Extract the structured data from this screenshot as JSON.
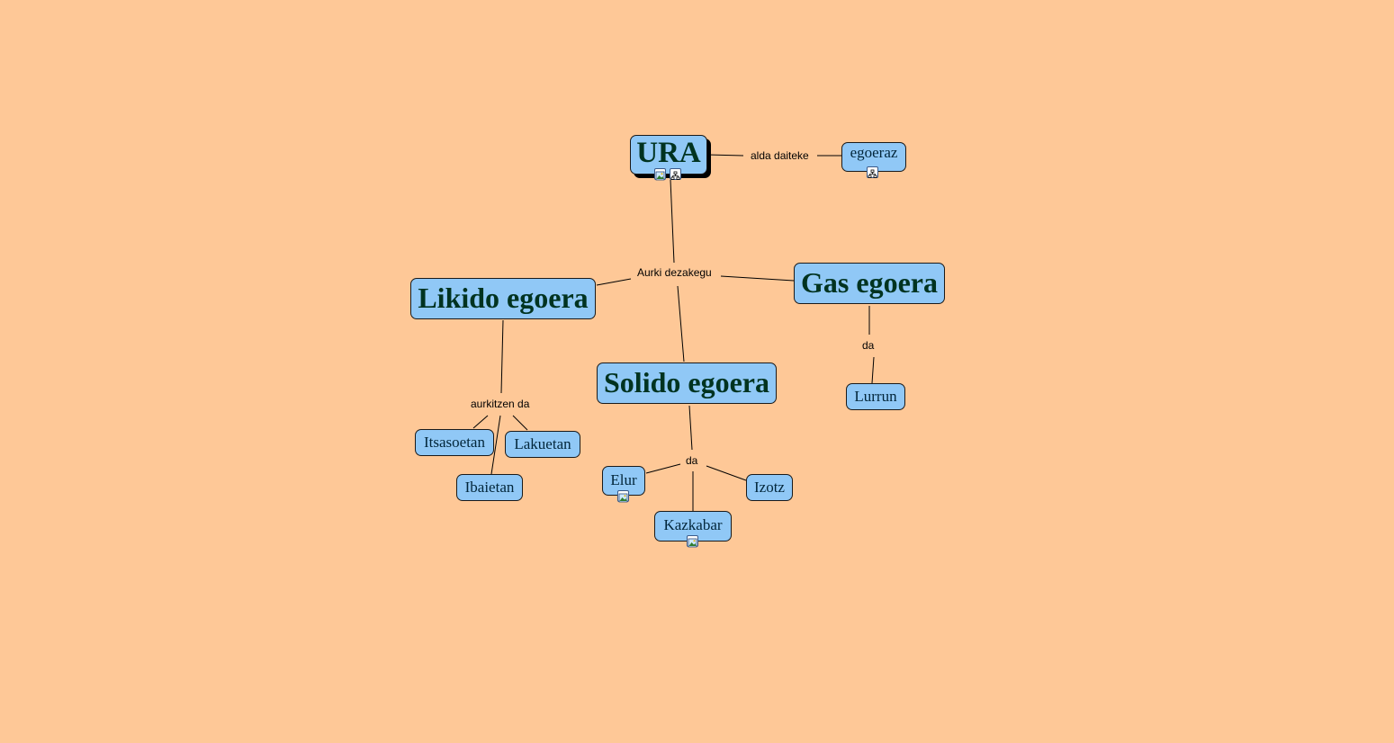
{
  "colors": {
    "background": "#fec897",
    "node_fill": "#90c8f6",
    "node_text": "#003320"
  },
  "nodes": {
    "ura": "URA",
    "egoeraz": "egoeraz",
    "likido": "Likido egoera",
    "gas": "Gas egoera",
    "solido": "Solido egoera",
    "lurrun": "Lurrun",
    "itsasoetan": "Itsasoetan",
    "lakuetan": "Lakuetan",
    "ibaietan": "Ibaietan",
    "elur": "Elur",
    "izotz": "Izotz",
    "kazkabar": "Kazkabar"
  },
  "links": {
    "alda_daiteke": "alda daiteke",
    "aurki_dezakegu": "Aurki dezakegu",
    "aurkitzen_da": "aurkitzen da",
    "da_gas": "da",
    "da_solido": "da"
  },
  "icons": {
    "image": "image-icon",
    "concept_map": "concept-map-icon"
  }
}
